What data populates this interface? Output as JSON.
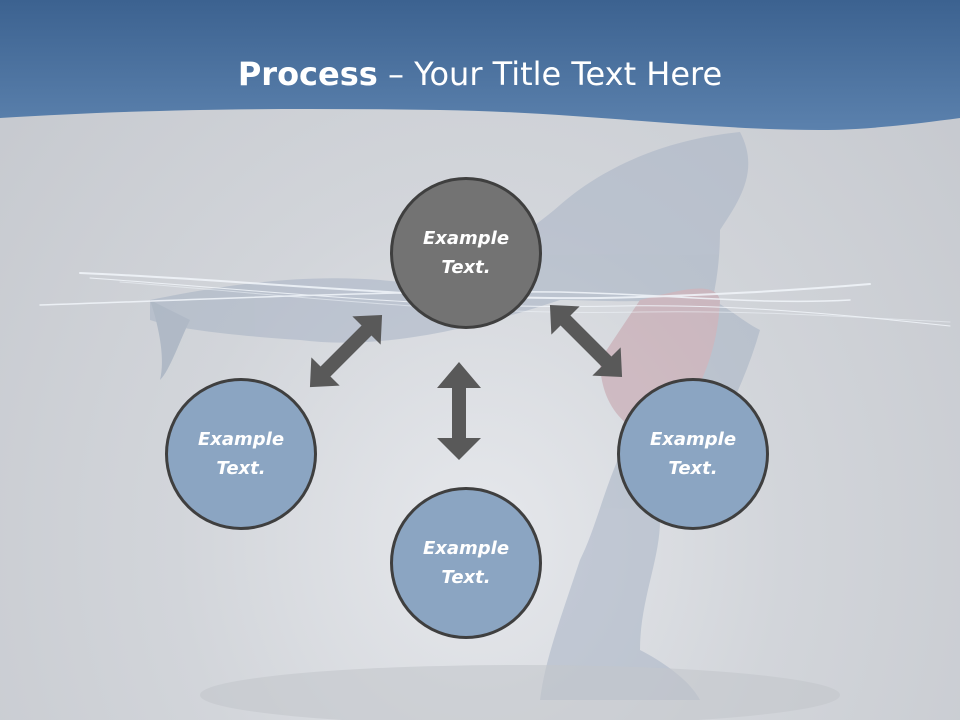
{
  "slide": {
    "title_bold": "Process",
    "title_rest": " – Your Title Text Here",
    "colors": {
      "header": "#4a73a3",
      "dark_node": "#737373",
      "light_node": "#8ba5c2",
      "arrow": "#595959"
    }
  },
  "nodes": {
    "top": "Example\nText.",
    "left": "Example\nText.",
    "bottom": "Example\nText.",
    "right": "Example\nText."
  }
}
